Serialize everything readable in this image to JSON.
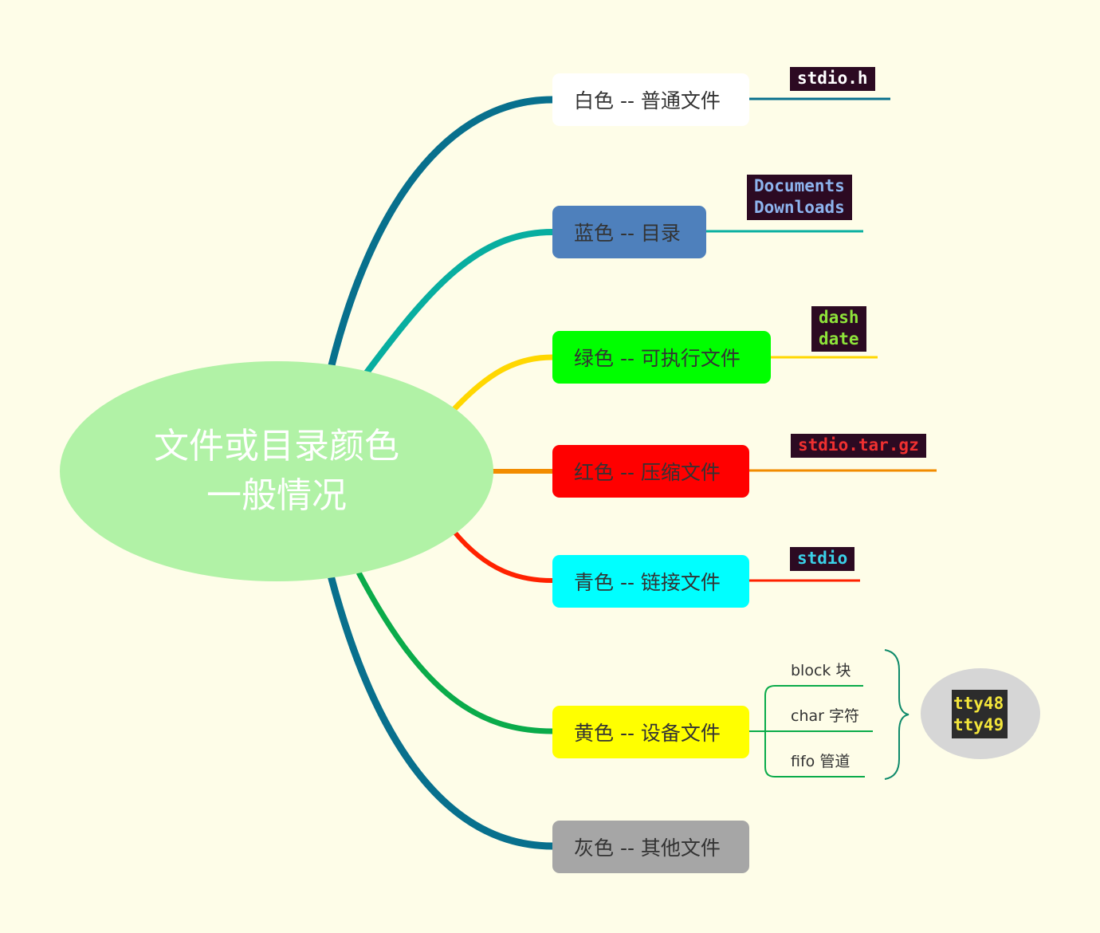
{
  "root": {
    "title": "文件或目录颜色\n一般情况",
    "color": "#b1f2a6"
  },
  "branches": [
    {
      "label": "白色 -- 普通文件",
      "fill": "#ffffff",
      "line_color": "#08708d",
      "sample": "stdio.h",
      "sample_color": "#ffffff"
    },
    {
      "label": "蓝色 -- 目录",
      "fill": "#4e80bc",
      "line_color": "#08aea0",
      "sample": "Documents\nDownloads",
      "sample_color": "#8db4ee"
    },
    {
      "label": "绿色 -- 可执行文件",
      "fill": "#00ff00",
      "line_color": "#ffd700",
      "sample": "dash\ndate",
      "sample_color": "#8ee33a"
    },
    {
      "label": "红色 -- 压缩文件",
      "fill": "#ff0000",
      "line_color": "#f28c00",
      "sample": "stdio.tar.gz",
      "sample_color": "#ef3030"
    },
    {
      "label": "青色 -- 链接文件",
      "fill": "#00ffff",
      "line_color": "#ff2200",
      "sample": "stdio",
      "sample_color": "#3ad1e8"
    },
    {
      "label": "黄色 -- 设备文件",
      "fill": "#ffff00",
      "line_color": "#0aab4a",
      "sample": "",
      "sample_color": ""
    },
    {
      "label": "灰色 -- 其他文件",
      "fill": "#a6a6a6",
      "line_color": "#08708d",
      "sample": "",
      "sample_color": ""
    }
  ],
  "device_types": [
    "block 块",
    "char 字符",
    "fifo 管道"
  ],
  "device_sample": "tty48\ntty49",
  "device_sample_color": "#f3e53a",
  "device_bracket_color": "#0f8a6a"
}
